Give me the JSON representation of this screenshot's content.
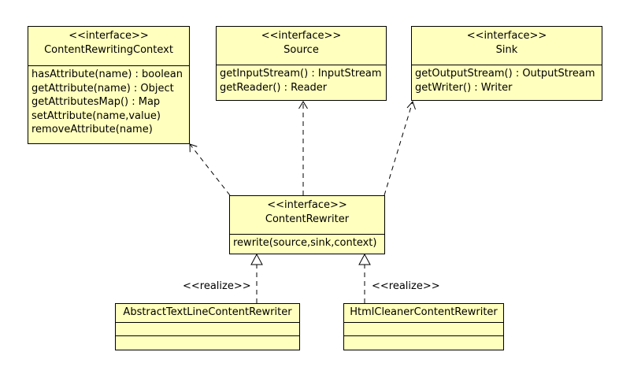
{
  "classes": {
    "context": {
      "stereotype": "<<interface>>",
      "name": "ContentRewritingContext",
      "operations": [
        "hasAttribute(name) : boolean",
        "getAttribute(name) : Object",
        "getAttributesMap() : Map",
        "setAttribute(name,value)",
        "removeAttribute(name)"
      ]
    },
    "source": {
      "stereotype": "<<interface>>",
      "name": "Source",
      "operations": [
        "getInputStream() : InputStream",
        "getReader() : Reader"
      ]
    },
    "sink": {
      "stereotype": "<<interface>>",
      "name": "Sink",
      "operations": [
        "getOutputStream() : OutputStream",
        "getWriter() : Writer"
      ]
    },
    "rewriter": {
      "stereotype": "<<interface>>",
      "name": "ContentRewriter",
      "operations": [
        "rewrite(source,sink,context)"
      ]
    },
    "abstract_text": {
      "name": "AbstractTextLineContentRewriter"
    },
    "html_cleaner": {
      "name": "HtmlCleanerContentRewriter"
    }
  },
  "relations": {
    "realize_left": "<<realize>>",
    "realize_right": "<<realize>>"
  },
  "colors": {
    "box_fill": "#ffffbe",
    "line": "#000000"
  }
}
